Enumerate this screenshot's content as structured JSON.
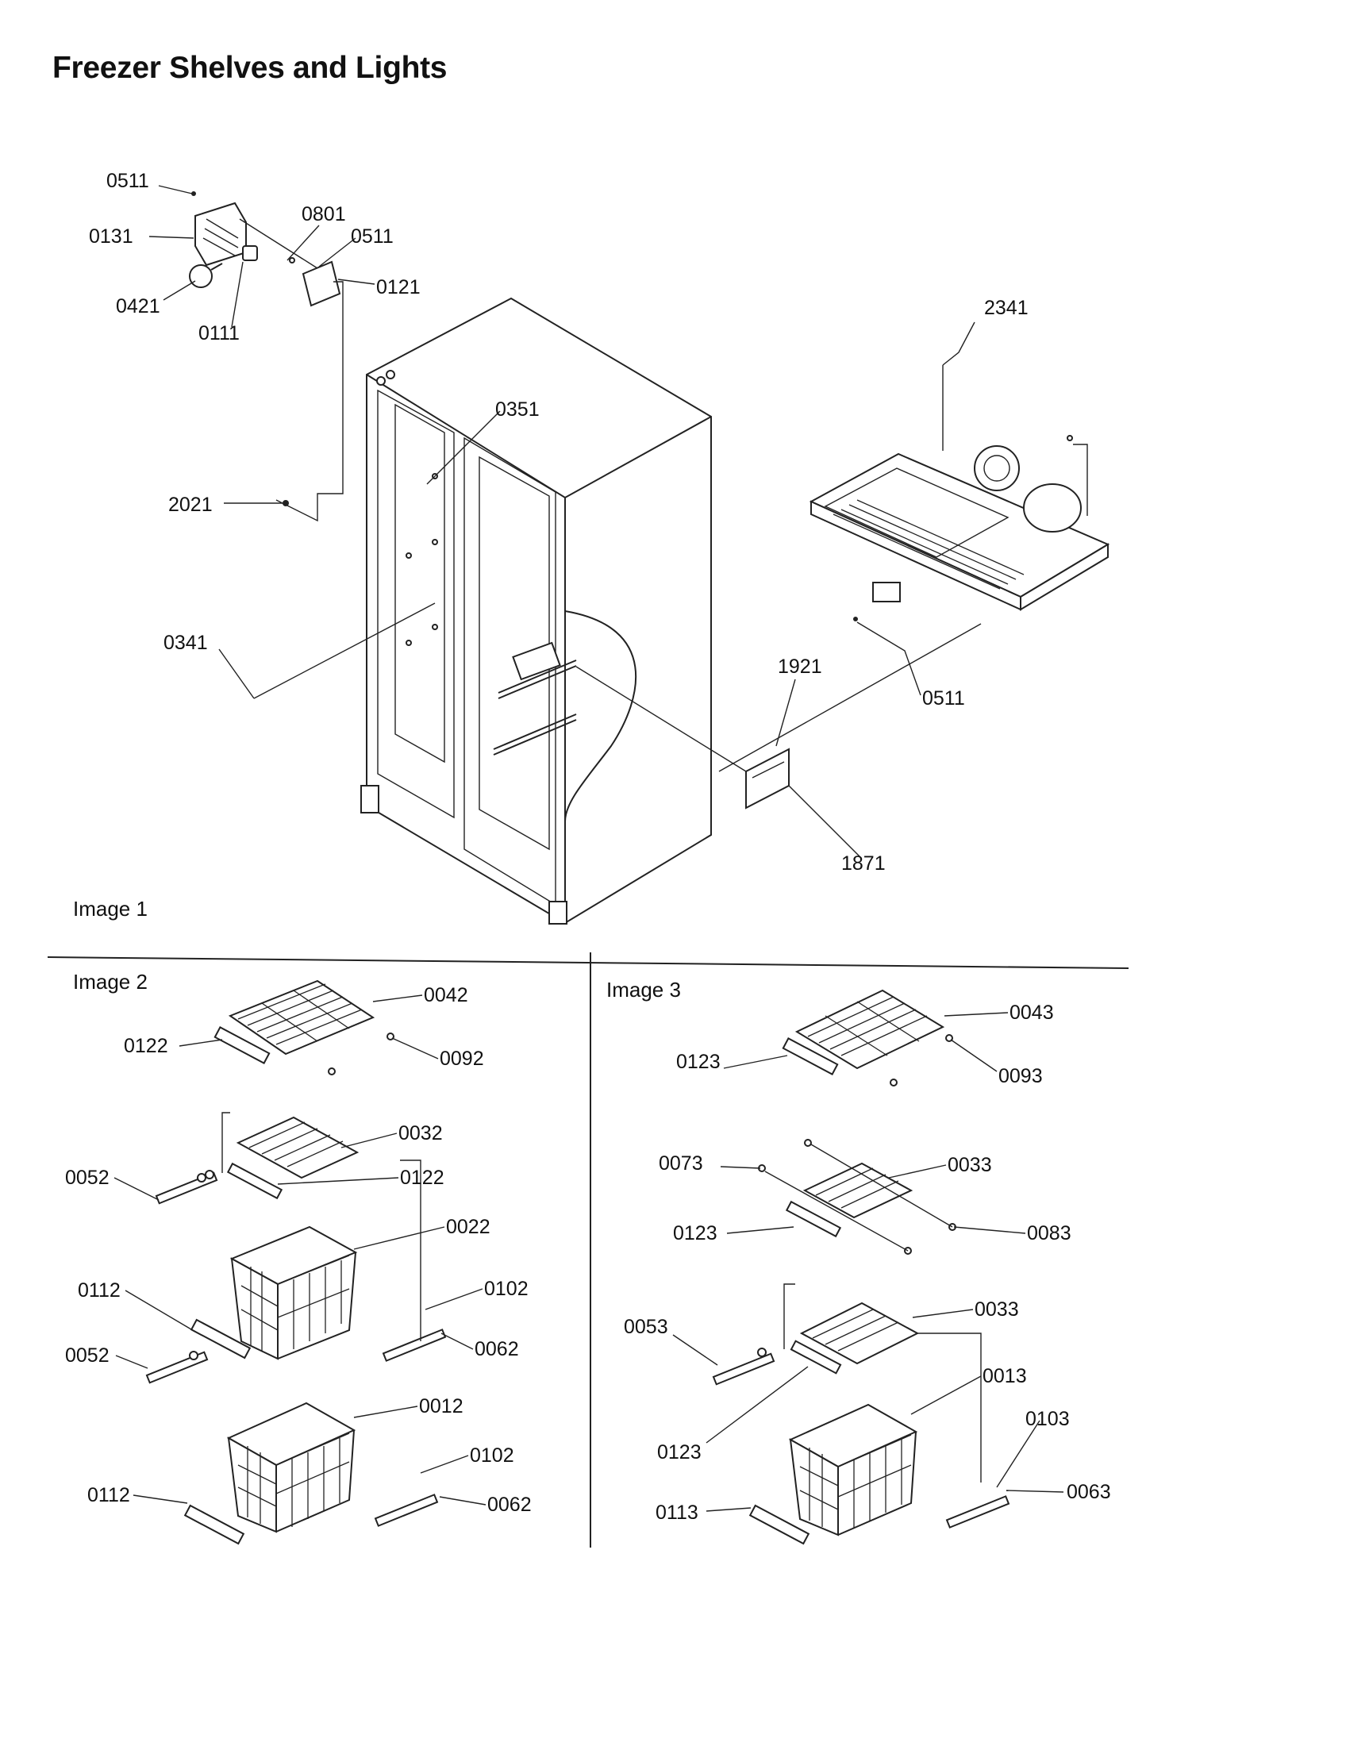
{
  "title": "Freezer Shelves and Lights",
  "panels": [
    {
      "id": "image1",
      "label": "Image 1"
    },
    {
      "id": "image2",
      "label": "Image 2"
    },
    {
      "id": "image3",
      "label": "Image 3"
    }
  ],
  "callouts": {
    "image1": [
      "0511",
      "0131",
      "0801",
      "0511",
      "0121",
      "0421",
      "0111",
      "2341",
      "0351",
      "2021",
      "0341",
      "1921",
      "0511",
      "1871"
    ],
    "image2": [
      "0042",
      "0122",
      "0092",
      "0032",
      "0052",
      "0122",
      "0022",
      "0112",
      "0102",
      "0052",
      "0062",
      "0012",
      "0102",
      "0112",
      "0062"
    ],
    "image3": [
      "0043",
      "0123",
      "0093",
      "0073",
      "0033",
      "0123",
      "0083",
      "0033",
      "0053",
      "0013",
      "0103",
      "0123",
      "0063",
      "0113"
    ]
  }
}
